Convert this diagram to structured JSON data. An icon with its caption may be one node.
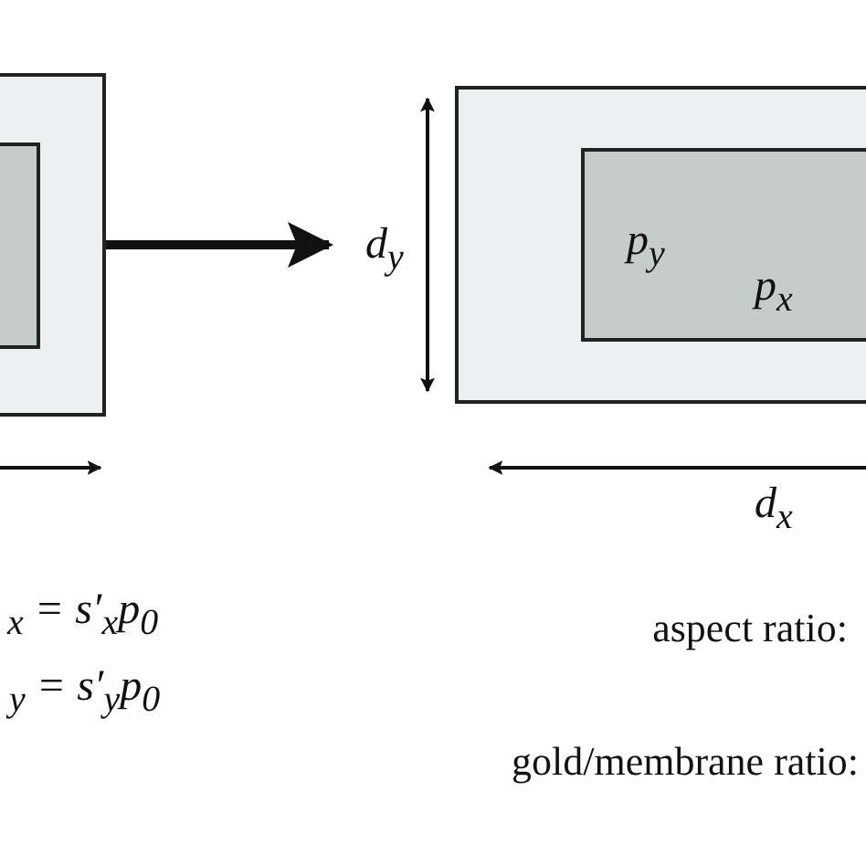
{
  "diagram": {
    "nodes": [
      {
        "text": [],
        "shape": "box"
      },
      {
        "text": [],
        "shape": "box",
        "in": 0
      },
      {
        "text": [],
        "shape": "box"
      },
      {
        "text": [],
        "shape": "box",
        "in": 2
      }
    ],
    "edges": [
      {
        "from": 0,
        "to": 2,
        "arrow": "to"
      }
    ],
    "labels": [
      "d$_{y}$",
      "p$_{y}$",
      "p$_{x}$",
      "d$_{x}$",
      "$_{x}$ = s′$_{x}$p$_{0}$",
      "aspect ratio:",
      "$_{y}$ = s′$_{y}$p$_{0}$",
      "gold/membrane ratio:"
    ]
  }
}
